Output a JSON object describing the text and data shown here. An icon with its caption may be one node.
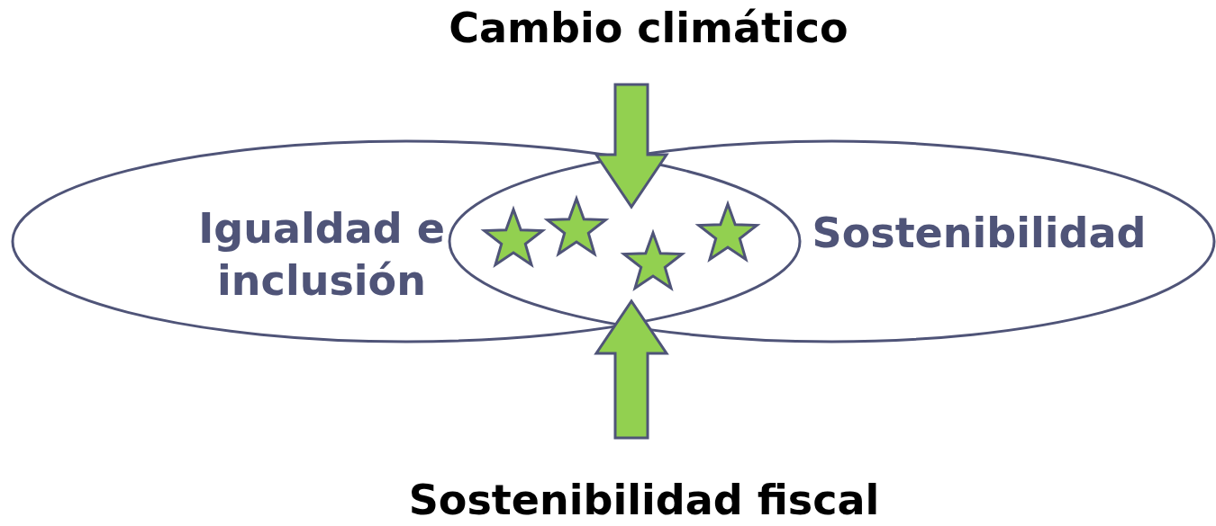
{
  "diagram": {
    "nodes": [
      {
        "text": [
          "Cambio climático"
        ]
      },
      {
        "text": [
          "Igualdad e inclusión"
        ]
      },
      {
        "text": [],
        "shape": "star"
      },
      {
        "text": [
          "Sostenibilidad"
        ]
      },
      {
        "text": [
          "Sostenibilidad fiscal"
        ]
      }
    ],
    "edges": [
      {
        "from": 0,
        "to": 2,
        "arrow": "to"
      },
      {
        "from": 4,
        "to": 2,
        "arrow": "to"
      }
    ]
  }
}
